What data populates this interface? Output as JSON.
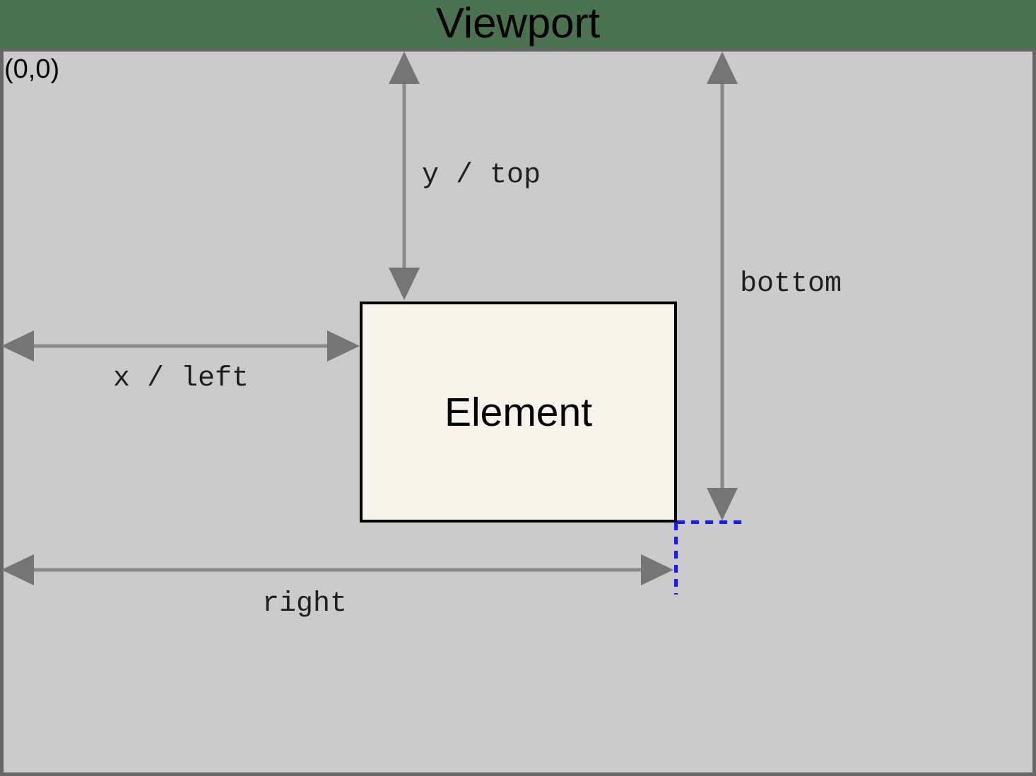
{
  "title": "Viewport",
  "viewport": {
    "origin_label": "(0,0)"
  },
  "element": {
    "label": "Element"
  },
  "annotations": {
    "y_top": "y / top",
    "x_left": "x / left",
    "bottom": "bottom",
    "right": "right"
  },
  "colors": {
    "page-bg": "#4a7150",
    "viewport-fill": "#cbcbcb",
    "viewport-border": "#666666",
    "element-fill": "#f8f4ec",
    "element-border": "#000000",
    "arrow-head": "#757575",
    "arrow-line": "#8a8a8a",
    "label-color": "#1f1f1f",
    "title-color": "#000000",
    "guide-blue": "#1a1aff"
  }
}
